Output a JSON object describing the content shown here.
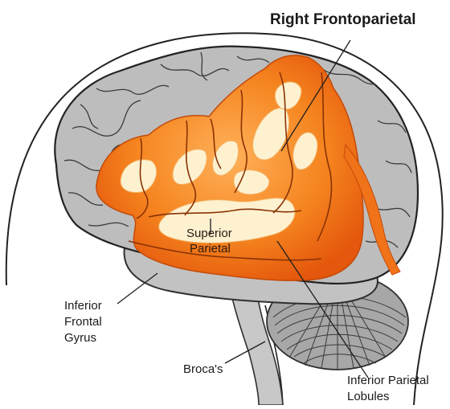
{
  "title": "Right Frontoparietal",
  "labels": {
    "superior_line1": "Superior",
    "superior_line2": "Parietal",
    "inferior_frontal_line1": "Inferior",
    "inferior_frontal_line2": "Frontal",
    "inferior_frontal_line3": "Gyrus",
    "brocas": "Broca's",
    "inferior_parietal_line1": "Inferior Parietal",
    "inferior_parietal_line2": "Lobules"
  },
  "colors": {
    "cortex_gray": "#b9b9b9",
    "sulcus_line": "#2f2f2f",
    "activation_orange": "#f27a1a",
    "activation_deep": "#e4570c",
    "activation_core": "#fdf3d6",
    "cerebellum_gray": "#9d9d9d"
  }
}
